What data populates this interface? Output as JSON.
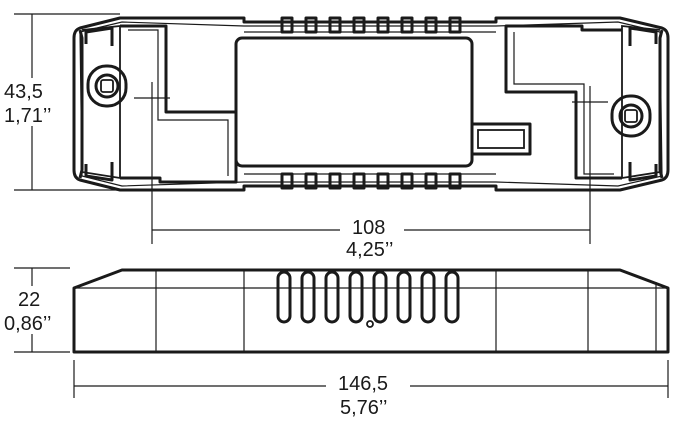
{
  "dimensions": {
    "height_top": {
      "mm": "43,5",
      "inch": "1,71’’"
    },
    "mount_distance": {
      "mm": "108",
      "inch": "4,25’’"
    },
    "height_side": {
      "mm": "22",
      "inch": "0,86’’"
    },
    "total_length": {
      "mm": "146,5",
      "inch": "5,76’’"
    }
  }
}
